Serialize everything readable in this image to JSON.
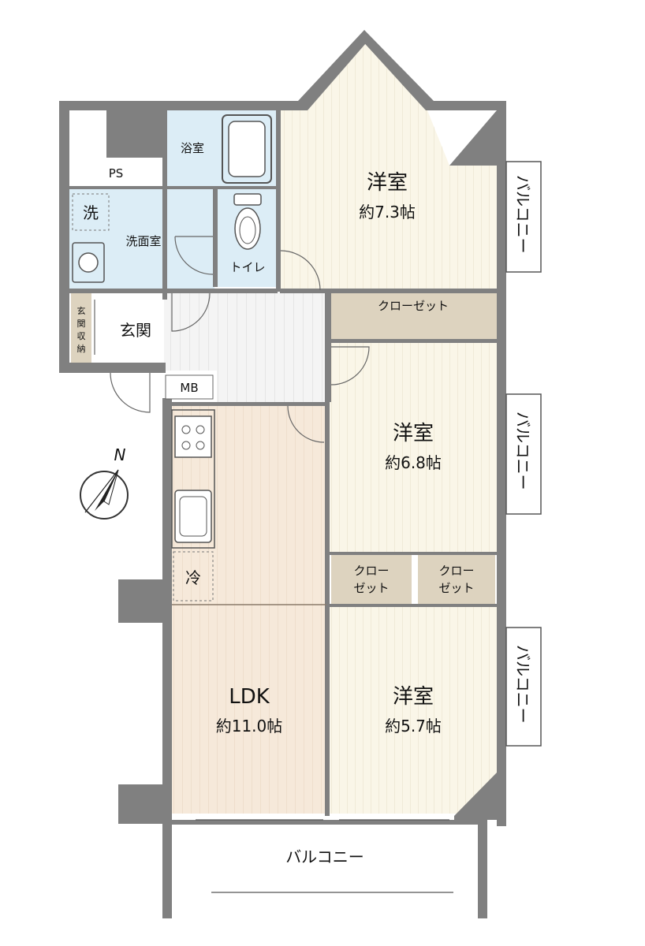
{
  "rooms": {
    "bedroom1": {
      "name": "洋室",
      "area": "約7.3帖"
    },
    "bedroom2": {
      "name": "洋室",
      "area": "約6.8帖"
    },
    "bedroom3": {
      "name": "洋室",
      "area": "約5.7帖"
    },
    "ldk": {
      "name": "LDK",
      "area": "約11.0帖"
    },
    "bath": "浴室",
    "toilet": "トイレ",
    "washroom": "洗面室",
    "washer": "洗",
    "ps": "PS",
    "entrance": "玄関",
    "shoe_storage": [
      "玄",
      "関",
      "収",
      "納"
    ],
    "mb": "MB",
    "fridge": "冷",
    "closet1": "クローゼット",
    "closet2": [
      "クロー",
      "ゼット"
    ],
    "closet3": [
      "クロー",
      "ゼット"
    ],
    "balcony_main": "バルコニー",
    "balcony_side": "バルコニー"
  },
  "compass": {
    "label": "N"
  },
  "colors": {
    "wall": "#808080",
    "wood_room": "#faf6e8",
    "ldk_floor": "#f6e9da",
    "wet_area": "#dcedf6",
    "closet": "#ddd3bf",
    "hall": "#f2f2f2"
  }
}
